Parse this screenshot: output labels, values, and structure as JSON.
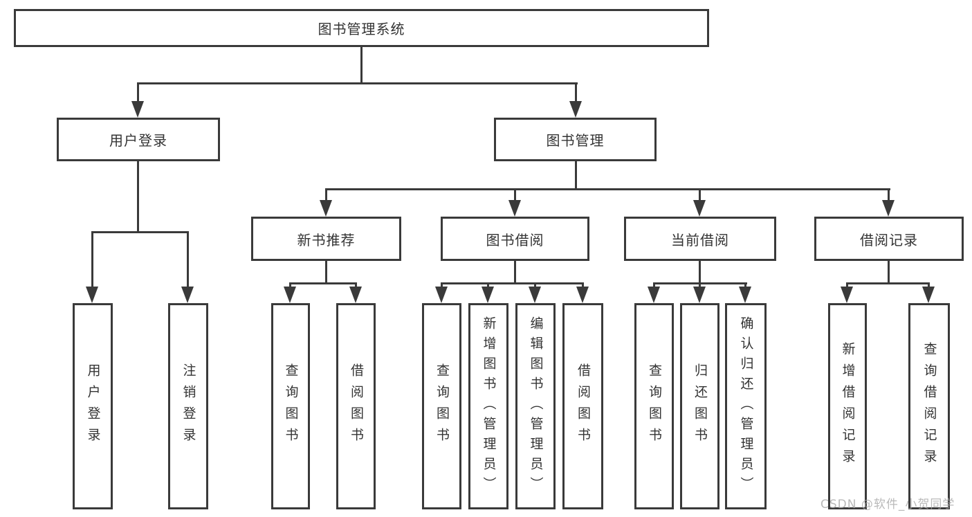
{
  "diagram": {
    "type": "functional-structure-tree",
    "root": "图书管理系统",
    "branches": [
      {
        "label": "用户登录",
        "leaves": [
          "用户登录",
          "注销登录"
        ]
      },
      {
        "label": "图书管理",
        "groups": [
          {
            "label": "新书推荐",
            "leaves": [
              "查询图书",
              "借阅图书"
            ]
          },
          {
            "label": "图书借阅",
            "leaves": [
              "查询图书",
              "新增图书（管理员）",
              "编辑图书（管理员）",
              "借阅图书"
            ]
          },
          {
            "label": "当前借阅",
            "leaves": [
              "查询图书",
              "归还图书",
              "确认归还（管理员）"
            ]
          },
          {
            "label": "借阅记录",
            "leaves": [
              "新增借阅记录",
              "查询借阅记录"
            ]
          }
        ]
      }
    ]
  },
  "watermark": {
    "text": "CSDN @软件_小贺同学"
  },
  "colors": {
    "line": "#3a3a3a",
    "text": "#333333",
    "background": "#ffffff",
    "watermark": "#a5a5a5"
  }
}
